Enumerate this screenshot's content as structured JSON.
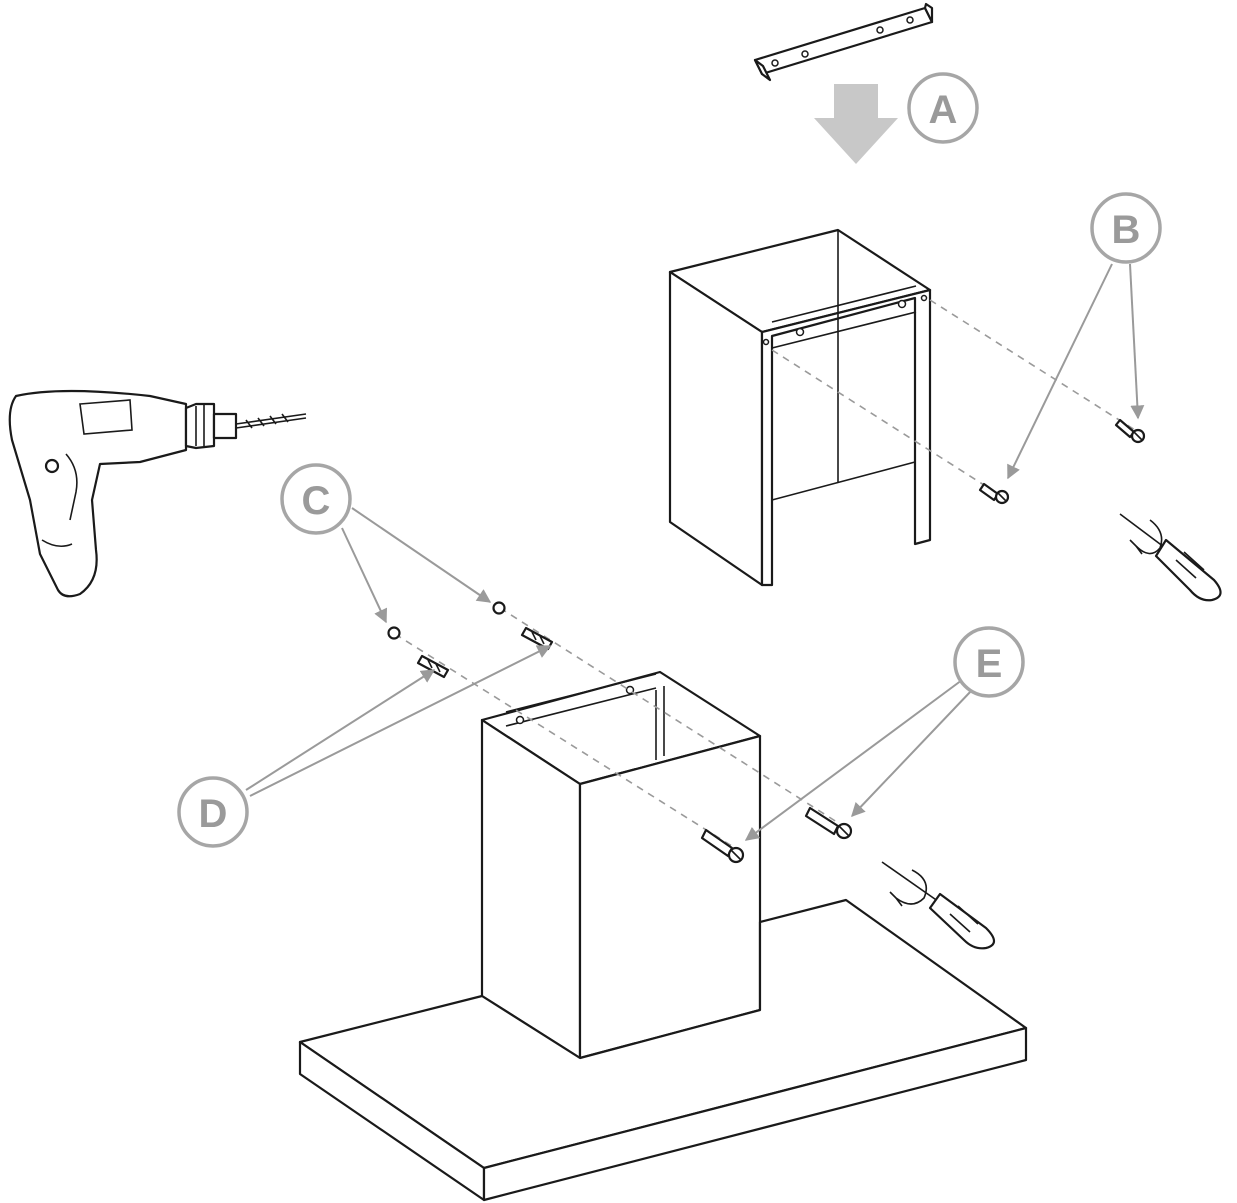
{
  "callouts": {
    "a": "A",
    "b": "B",
    "c": "C",
    "d": "D",
    "e": "E"
  },
  "colors": {
    "line": "#1a1a1a",
    "callout": "#a6a6a6",
    "arrow": "#c8c8c8"
  },
  "icons": [
    "bracket-icon",
    "down-arrow-icon",
    "screw-icon",
    "wall-plug-icon",
    "screwdriver-icon",
    "drill-icon"
  ]
}
